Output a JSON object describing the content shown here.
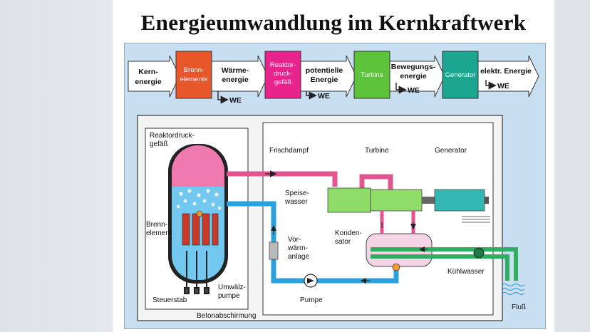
{
  "title": "Energieumwandlung im Kernkraftwerk",
  "flow": {
    "start": [
      "Kern-",
      "energie"
    ],
    "boxes": [
      {
        "label": [
          "Brenn-",
          "elemente"
        ],
        "color": "#e8572a"
      },
      {
        "label": [
          "Reaktor-",
          "druck-",
          "gefäß"
        ],
        "color": "#e8248c"
      },
      {
        "label": [
          "Turbine"
        ],
        "color": "#5cc33a"
      },
      {
        "label": [
          "Generator"
        ],
        "color": "#1aa68f"
      }
    ],
    "arrows": [
      [
        "Wärme-",
        "energie"
      ],
      [
        "potentielle",
        "Energie"
      ],
      [
        "Bewegungs-",
        "energie"
      ],
      [
        "elektr. Energie"
      ]
    ],
    "loss": "WE"
  },
  "schematic": {
    "vessel_label": [
      "Reaktordruck-",
      "gefäß"
    ],
    "fuel_label": [
      "Brenn-",
      "element"
    ],
    "control_rod": "Steuerstab",
    "circ_pump": [
      "Umwälz-",
      "pumpe"
    ],
    "shielding": "Betonabschirmung",
    "steam": "Frischdampf",
    "turbine": "Turbine",
    "generator": "Generator",
    "feedwater": [
      "Speise-",
      "wasser"
    ],
    "condenser": [
      "Konden-",
      "sator"
    ],
    "preheater": [
      "Vor-",
      "wärm-",
      "anlage"
    ],
    "pump": "Pumpe",
    "cooling_water": "Kühlwasser",
    "river": "Fluß"
  },
  "colors": {
    "steam": "#e2568f",
    "water": "#2aa0dc",
    "cooling": "#2fae62",
    "turbine": "#8fdc6a",
    "generator": "#33b8b4",
    "fuel": "#c8392a",
    "vessel_top": "#f07ab0",
    "vessel_water": "#72c8ee"
  }
}
